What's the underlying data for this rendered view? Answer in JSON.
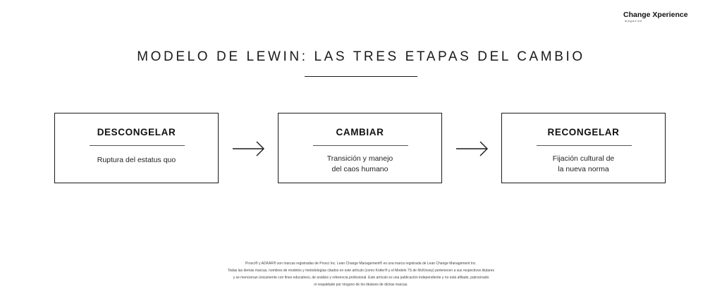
{
  "brand": {
    "name": "Change Xperience",
    "tagline": "magazine"
  },
  "title": "MODELO DE LEWIN: LAS TRES ETAPAS DEL CAMBIO",
  "stages": [
    {
      "title": "DESCONGELAR",
      "description": "Ruptura del estatus quo"
    },
    {
      "title": "CAMBIAR",
      "description": "Transición y manejo\ndel caos humano"
    },
    {
      "title": "RECONGELAR",
      "description": "Fijación cultural de\nla nueva norma"
    }
  ],
  "footer": [
    "Prosci® y ADKAR® son marcas registradas de Prosci Inc. Lean Change Management® es una marca registrada de Lean Change Management Inc.",
    "Todas las demás marcas, nombres de modelos y metodologías citados en este artículo (como Kotter® y el Modelo 7S de McKinsey) pertenecen a sus respectivos titulares",
    "y se mencionan únicamente con fines educativos, de análisis y referencia profesional. Este artículo es una publicación independiente y no está afiliado, patrocinado",
    "ni respaldado por ninguno de los titulares de dichas marcas."
  ]
}
